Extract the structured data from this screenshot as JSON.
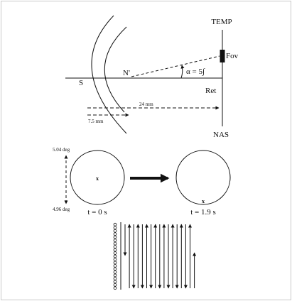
{
  "labels": {
    "temp": "TEMP",
    "fov": "Fov",
    "nodal": "N'",
    "angle": "α = 5∫",
    "ret": "Ret",
    "nas": "NAS",
    "s": "S",
    "dist_24": "24 mm",
    "dist_75": "7.5 mm",
    "top_deg": "5.04 deg",
    "bottom_deg": "4.96 deg",
    "mark_left": "x",
    "mark_right": "x",
    "time_left": "t = 0 s",
    "time_right": "t = 1.9 s"
  },
  "scan": {
    "circle_count": 21,
    "line_count": 17
  }
}
